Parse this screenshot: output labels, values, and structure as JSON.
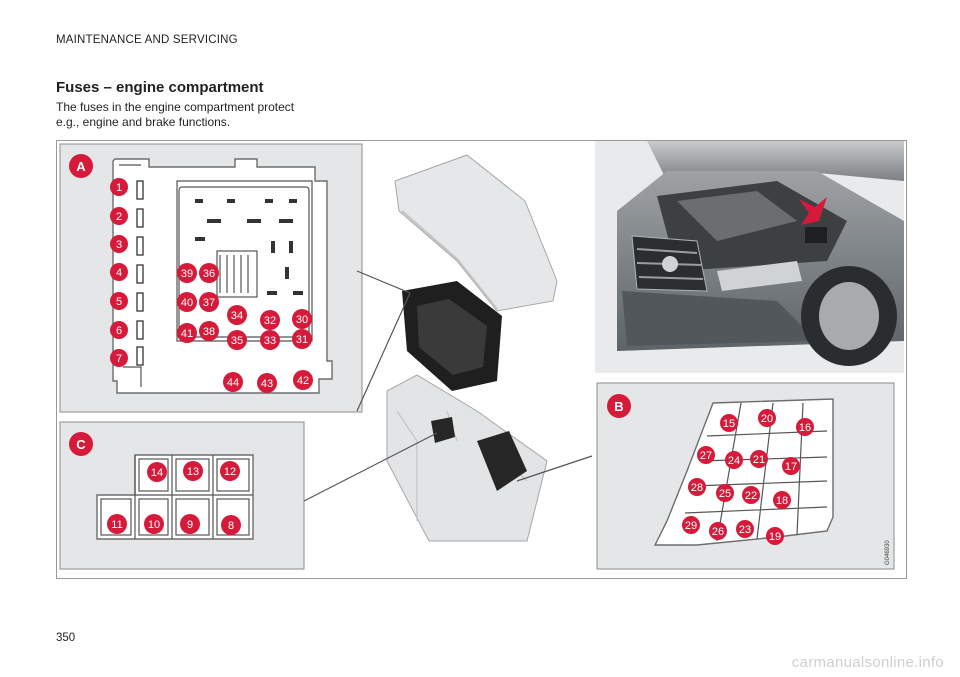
{
  "header": {
    "section": "MAINTENANCE AND SERVICING"
  },
  "content": {
    "title": "Fuses – engine compartment",
    "intro_line1": "The fuses in the engine compartment protect",
    "intro_line2": "e.g., engine and brake functions."
  },
  "figure": {
    "panel_a": {
      "letter": "A",
      "left_fuses": [
        "1",
        "2",
        "3",
        "4",
        "5",
        "6",
        "7"
      ],
      "grid_fuses": [
        "39",
        "36",
        "40",
        "37",
        "34",
        "32",
        "30",
        "41",
        "38",
        "35",
        "33",
        "31"
      ],
      "bottom_fuses": [
        "44",
        "43",
        "42"
      ]
    },
    "panel_b": {
      "letter": "B",
      "fuses": [
        "15",
        "20",
        "16",
        "27",
        "24",
        "21",
        "17",
        "28",
        "25",
        "22",
        "18",
        "29",
        "26",
        "23",
        "19"
      ]
    },
    "panel_c": {
      "letter": "C",
      "top_fuses": [
        "14",
        "13",
        "12"
      ],
      "bottom_fuses": [
        "11",
        "10",
        "9",
        "8"
      ]
    },
    "image_code": "G046930",
    "accent_color": "#d51a3a"
  },
  "footer": {
    "page_number": "350",
    "watermark": "carmanualsonline.info"
  }
}
